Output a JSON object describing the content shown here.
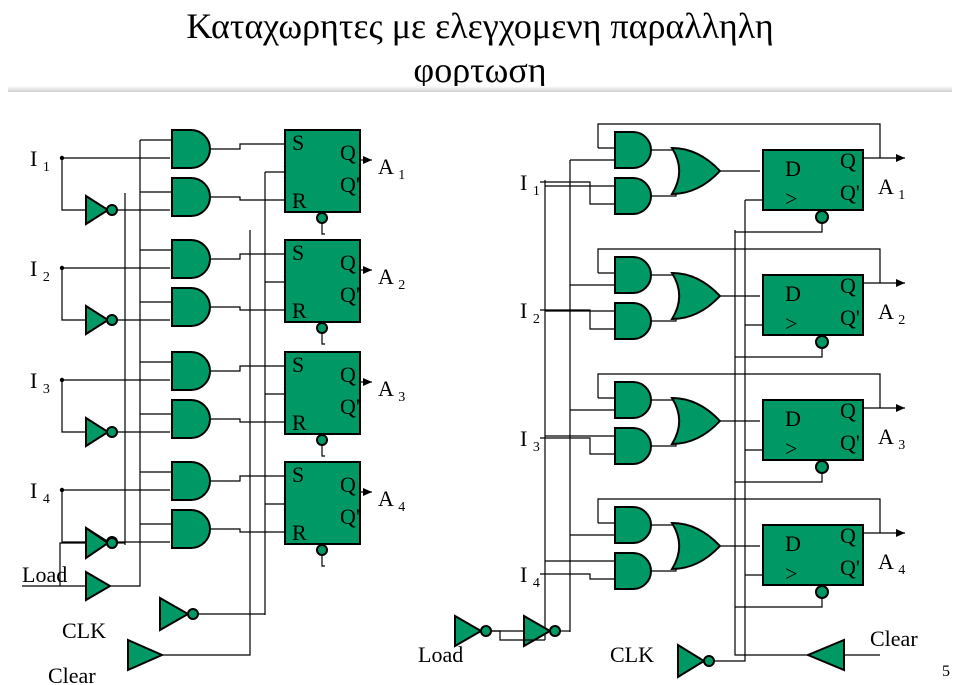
{
  "title_line1": "Καταχωρητες με ελεγχομενη παραλληλη",
  "title_line2": "φορτωση",
  "left": {
    "rows": [
      {
        "input": "I",
        "input_sub": "1",
        "out": "A",
        "out_sub": "1"
      },
      {
        "input": "I",
        "input_sub": "2",
        "out": "A",
        "out_sub": "2"
      },
      {
        "input": "I",
        "input_sub": "3",
        "out": "A",
        "out_sub": "3"
      },
      {
        "input": "I",
        "input_sub": "4",
        "out": "A",
        "out_sub": "4"
      }
    ],
    "ff_pins": {
      "s": "S",
      "r": "R",
      "q": "Q",
      "qn": "Q'"
    },
    "load": "Load",
    "clk": "CLK",
    "clear": "Clear"
  },
  "right": {
    "rows": [
      {
        "input": "I",
        "input_sub": "1",
        "out": "A",
        "out_sub": "1"
      },
      {
        "input": "I",
        "input_sub": "2",
        "out": "A",
        "out_sub": "2"
      },
      {
        "input": "I",
        "input_sub": "3",
        "out": "A",
        "out_sub": "3"
      },
      {
        "input": "I",
        "input_sub": "4",
        "out": "A",
        "out_sub": "4"
      }
    ],
    "ff_pins": {
      "d": "D",
      "clk": ">",
      "q": "Q",
      "qn": "Q'"
    },
    "load": "Load",
    "clk": "CLK",
    "clear": "Clear"
  },
  "page_number": "5",
  "colors": {
    "gate_fill": "#009966",
    "stroke": "#000000",
    "background": "#ffffff"
  }
}
